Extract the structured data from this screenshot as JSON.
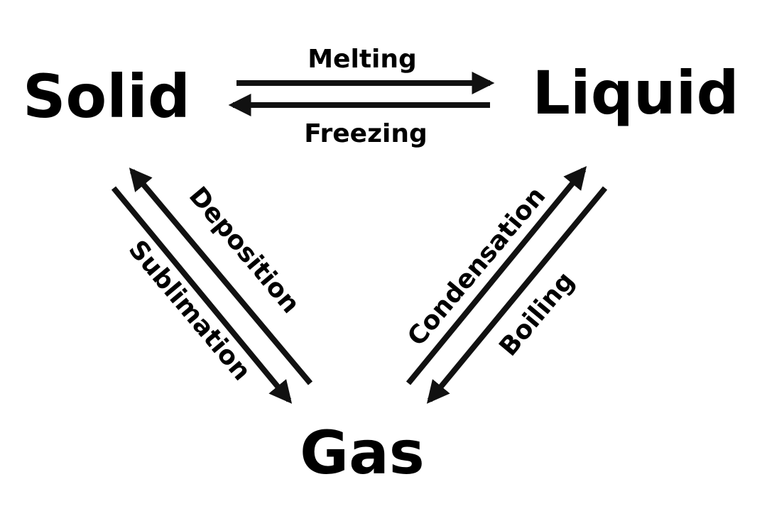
{
  "states": {
    "solid": "Solid",
    "liquid": "Liquid",
    "gas": "Gas"
  },
  "processes": {
    "melting": "Melting",
    "freezing": "Freezing",
    "deposition": "Deposition",
    "sublimation": "Sublimation",
    "condensation": "Condensation",
    "boiling": "Boiling"
  },
  "colors": {
    "ink": "#111111",
    "background": "#ffffff"
  }
}
